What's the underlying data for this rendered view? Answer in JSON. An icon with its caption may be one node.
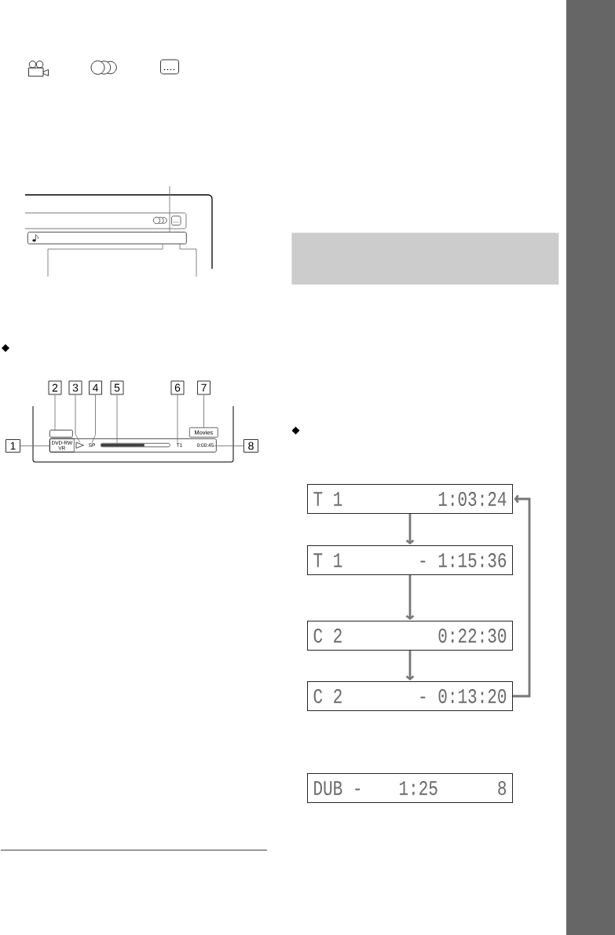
{
  "diagram": {
    "nodes": [
      {
        "text": [],
        "shape": "box"
      },
      {
        "text": [
          "2"
        ]
      },
      {
        "text": [
          "3"
        ]
      },
      {
        "text": [
          "4"
        ]
      },
      {
        "text": [
          "5"
        ]
      },
      {
        "text": [
          "6"
        ]
      },
      {
        "text": [
          "7"
        ]
      },
      {
        "text": [],
        "shape": "box"
      },
      {
        "text": [
          "Movies"
        ]
      },
      {
        "text": [
          "1"
        ]
      },
      {
        "text": [],
        "shape": "box"
      },
      {
        "text": [
          "DVD-RW VR"
        ],
        "in": 10
      },
      {
        "text": [],
        "shape": "triangle",
        "in": 10
      },
      {
        "text": [
          "SP"
        ],
        "in": 10
      },
      {
        "text": [],
        "shape": "bar",
        "in": 10
      },
      {
        "text": [
          "T1"
        ],
        "in": 10
      },
      {
        "text": [
          "0:00:45"
        ],
        "in": 10
      },
      {
        "text": [
          "8"
        ]
      },
      {
        "text": [],
        "shape": "box"
      },
      {
        "text": [
          "T 1",
          "1:03:24"
        ]
      },
      {
        "text": [
          "T 1",
          "- 1:15:36"
        ]
      },
      {
        "text": [
          "C 2",
          "0:22:30"
        ]
      },
      {
        "text": [
          "C 2",
          "- 0:13:20"
        ]
      },
      {
        "text": [
          "DUB -",
          "1:25",
          "8"
        ]
      }
    ],
    "edges": [
      {
        "from": null,
        "to": 0,
        "arrow": "none"
      },
      {
        "from": null,
        "to": 0,
        "arrow": "none"
      },
      {
        "from": null,
        "to": 0,
        "arrow": "none"
      },
      {
        "from": 9,
        "to": 11,
        "arrow": "none"
      },
      {
        "from": 1,
        "to": 7,
        "arrow": "none"
      },
      {
        "from": 2,
        "to": 12,
        "arrow": "none"
      },
      {
        "from": 3,
        "to": 13,
        "arrow": "none"
      },
      {
        "from": 4,
        "to": 14,
        "arrow": "none"
      },
      {
        "from": 5,
        "to": 15,
        "arrow": "none"
      },
      {
        "from": 6,
        "to": 8,
        "arrow": "none"
      },
      {
        "from": 17,
        "to": 16,
        "arrow": "none"
      },
      {
        "from": 19,
        "to": 20,
        "arrow": "to",
        "style": "thick"
      },
      {
        "from": 20,
        "to": 21,
        "arrow": "to",
        "style": "thick"
      },
      {
        "from": 21,
        "to": 22,
        "arrow": "to",
        "style": "thick"
      },
      {
        "from": 22,
        "to": 19,
        "arrow": "to",
        "style": "thick"
      }
    ]
  }
}
